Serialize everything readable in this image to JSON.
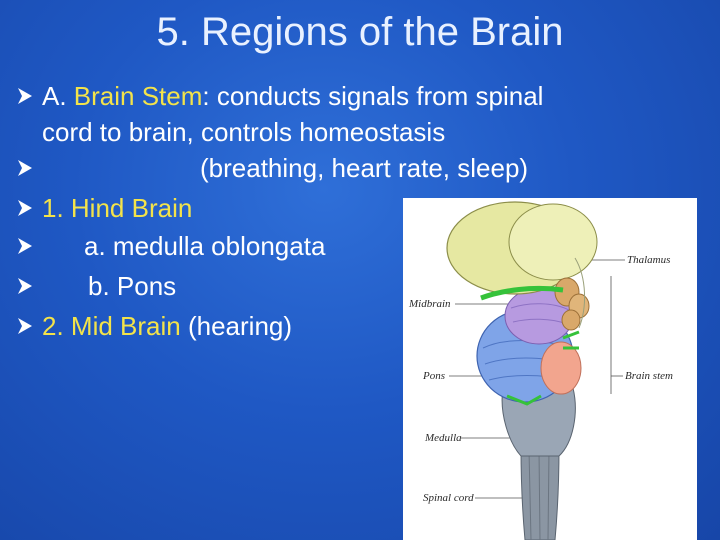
{
  "slide": {
    "title": "5. Regions of the Brain",
    "bullets": {
      "a_label": "A. ",
      "a_term": "Brain Stem",
      "a_rest": ": conducts signals from spinal",
      "a_cont": "cord to brain, controls homeostasis",
      "breathing": "(breathing, heart rate, sleep)",
      "hind": "1. Hind Brain",
      "medulla": "a. medulla oblongata",
      "pons": "b. Pons",
      "mid_num": "2. ",
      "mid_term": "Mid Brain",
      "mid_rest": " (hearing)"
    }
  },
  "figure": {
    "labels": {
      "thalamus": "Thalamus",
      "midbrain": "Midbrain",
      "pons": "Pons",
      "brain_stem": "Brain stem",
      "medulla": "Medulla",
      "spinal_cord": "Spinal cord"
    }
  },
  "colors": {
    "accent_yellow": "#f3e34a",
    "accent_green": "#a7ec6b",
    "background": "#1f58c4"
  }
}
